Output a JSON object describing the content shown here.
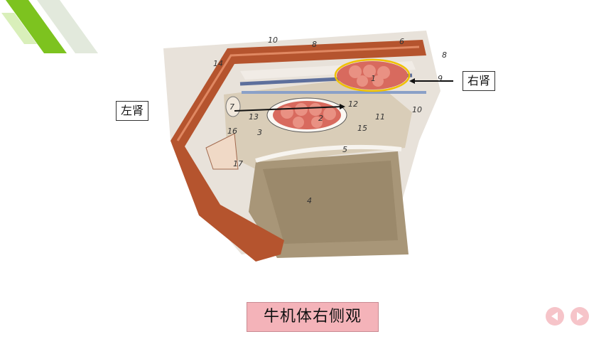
{
  "labels": {
    "right_kidney": "右肾",
    "left_kidney": "左肾"
  },
  "caption": "牛机体右侧观",
  "figure_numbers": [
    "10",
    "8",
    "6",
    "8",
    "14",
    "9",
    "1",
    "10",
    "7",
    "12",
    "11",
    "13",
    "2",
    "15",
    "16",
    "3",
    "5",
    "17",
    "4"
  ],
  "icons": {
    "prev": "chevron-left-icon",
    "next": "chevron-right-icon"
  },
  "colors": {
    "accent_green": "#7dc31f",
    "caption_bg": "#f4b3b9",
    "kidney_outline": "#f0c000"
  }
}
